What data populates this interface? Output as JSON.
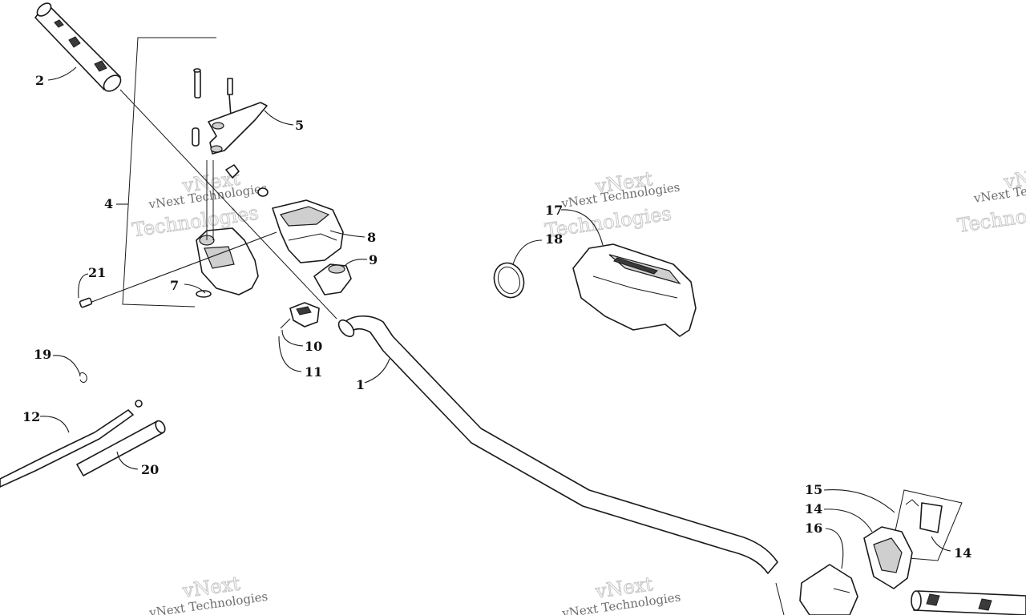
{
  "watermark": {
    "line1": "vNext Technologies",
    "line2": "Technologies",
    "small": "vNext"
  },
  "callouts": {
    "c1": "1",
    "c2": "2",
    "c4": "4",
    "c5": "5",
    "c7": "7",
    "c8": "8",
    "c9": "9",
    "c10": "10",
    "c11": "11",
    "c12": "12",
    "c14a": "14",
    "c14b": "14",
    "c15": "15",
    "c16": "16",
    "c17": "17",
    "c18": "18",
    "c19": "19",
    "c20": "20",
    "c21": "21"
  }
}
